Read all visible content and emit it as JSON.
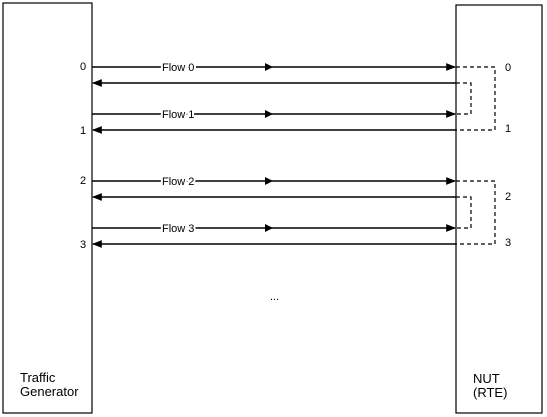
{
  "left_box": {
    "line1": "Traffic",
    "line2": "Generator"
  },
  "right_box": {
    "line1": "NUT",
    "line2": "(RTE)"
  },
  "left_ports": [
    "0",
    "1",
    "2",
    "3"
  ],
  "right_ports": [
    "0",
    "1",
    "2",
    "3"
  ],
  "flows": [
    "Flow 0",
    "Flow 1",
    "Flow 2",
    "Flow 3"
  ],
  "ellipsis": "..."
}
